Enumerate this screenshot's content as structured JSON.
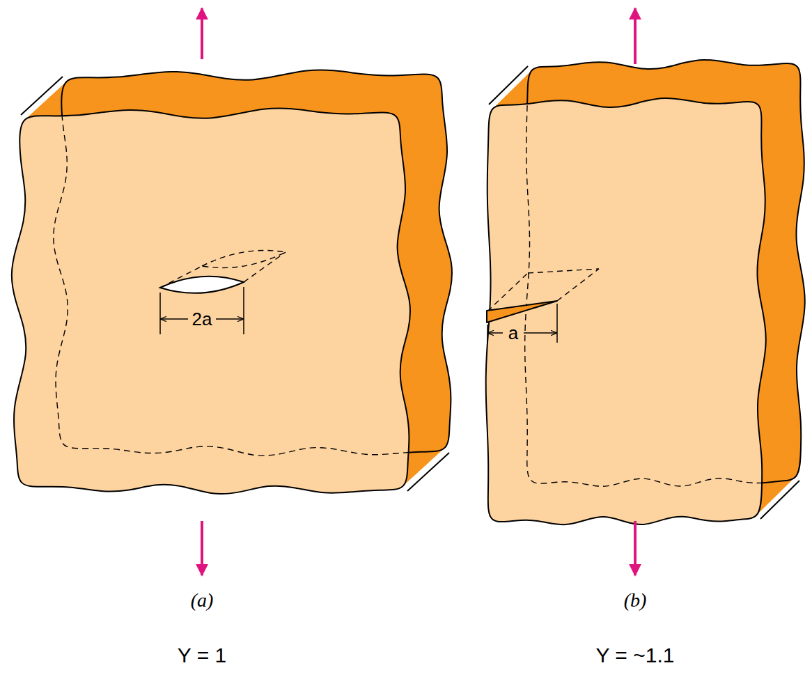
{
  "diagram": {
    "labels": [
      "2a",
      "(a)",
      "Y = 1",
      "a",
      "(b)",
      "Y = ~1.1"
    ]
  }
}
